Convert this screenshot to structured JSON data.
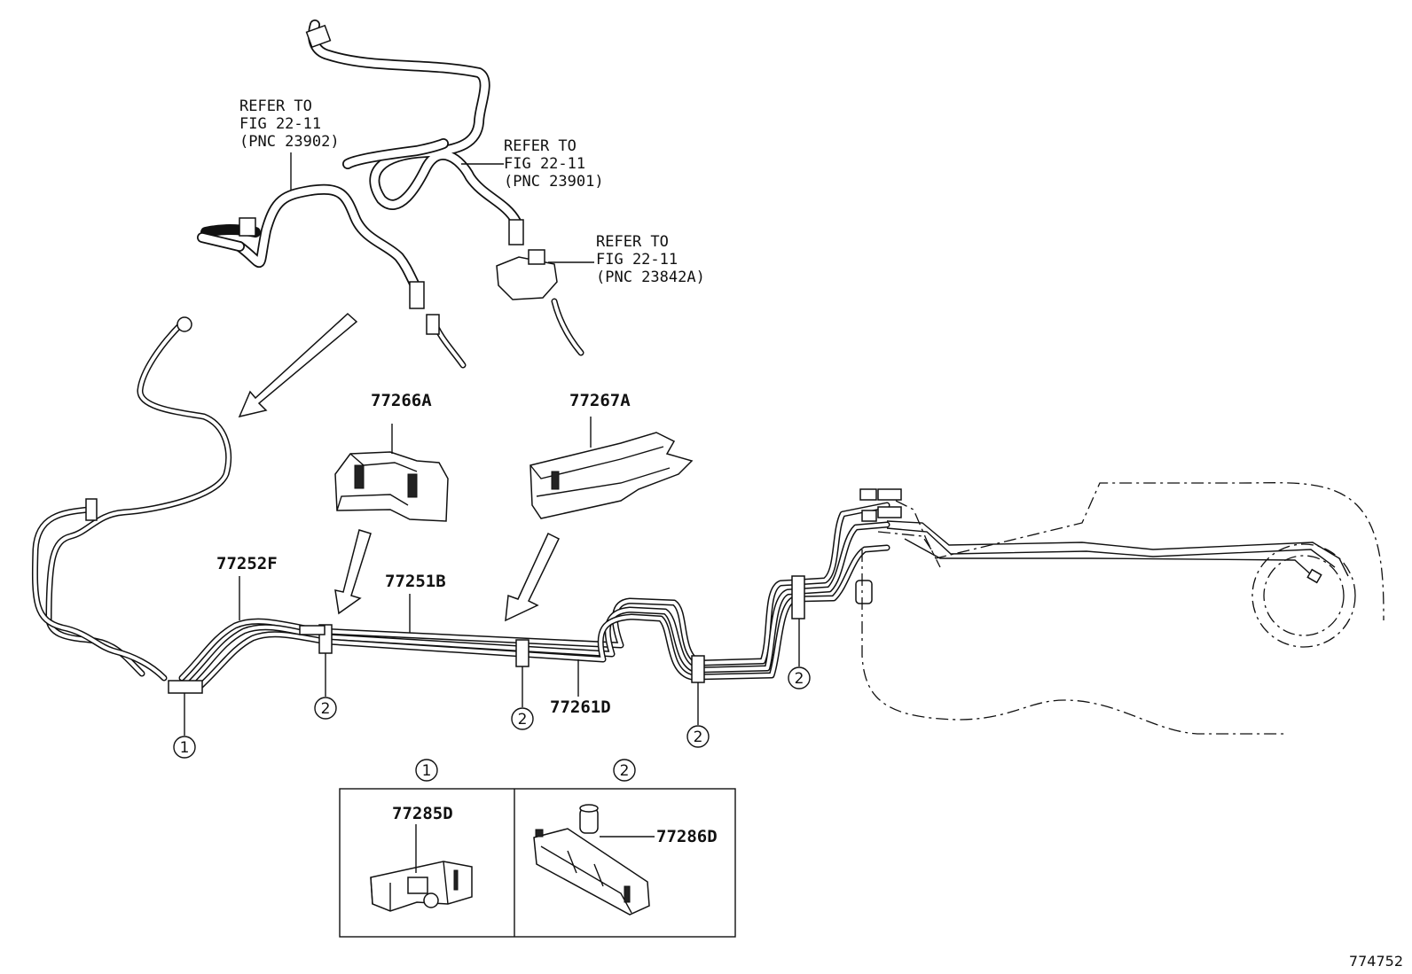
{
  "refs": [
    {
      "l1": "REFER TO",
      "l2": "FIG 22-11",
      "l3": "(PNC 23902)"
    },
    {
      "l1": "REFER TO",
      "l2": "FIG 22-11",
      "l3": "(PNC 23901)"
    },
    {
      "l1": "REFER TO",
      "l2": "FIG 22-11",
      "l3": "(PNC 23842A)"
    }
  ],
  "parts": {
    "p77266A": "77266A",
    "p77267A": "77267A",
    "p77252F": "77252F",
    "p77251B": "77251B",
    "p77261D": "77261D",
    "p77285D": "77285D",
    "p77286D": "77286D"
  },
  "callouts": {
    "c1": "1",
    "c2": "2"
  },
  "detail_box": {
    "left_number": "1",
    "right_number": "2"
  },
  "figure_id": "774752"
}
